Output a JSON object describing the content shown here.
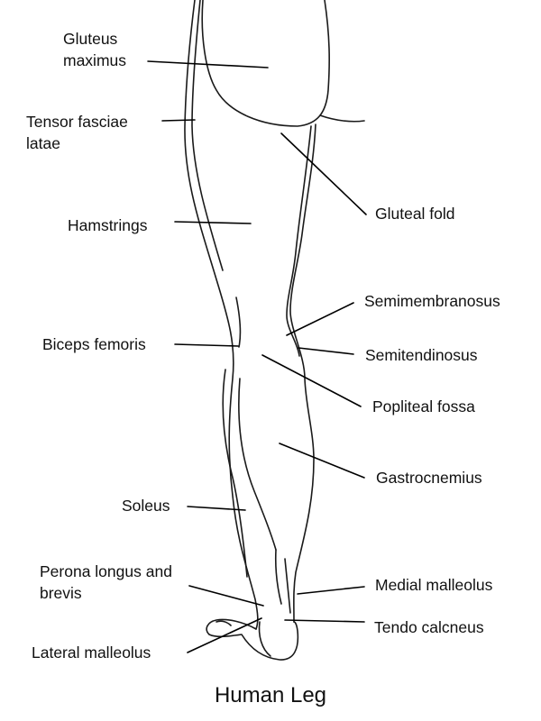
{
  "caption": "Human Leg",
  "labels": {
    "gluteus_maximus": "Gluteus\nmaximus",
    "tensor_fasciae_latae": "Tensor fasciae\nlatae",
    "hamstrings": "Hamstrings",
    "biceps_femoris": "Biceps femoris",
    "soleus": "Soleus",
    "perona_longus_brevis": "Perona longus and\nbrevis",
    "lateral_malleolus": "Lateral malleolus",
    "gluteal_fold": "Gluteal fold",
    "semimembranosus": "Semimembranosus",
    "semitendinosus": "Semitendinosus",
    "popliteal_fossa": "Popliteal fossa",
    "gastrocnemius": "Gastrocnemius",
    "medial_malleolus": "Medial malleolus",
    "tendo_calcneus": "Tendo calcneus"
  },
  "colors": {
    "outline": "#1a1a1a",
    "leader": "#000000"
  }
}
